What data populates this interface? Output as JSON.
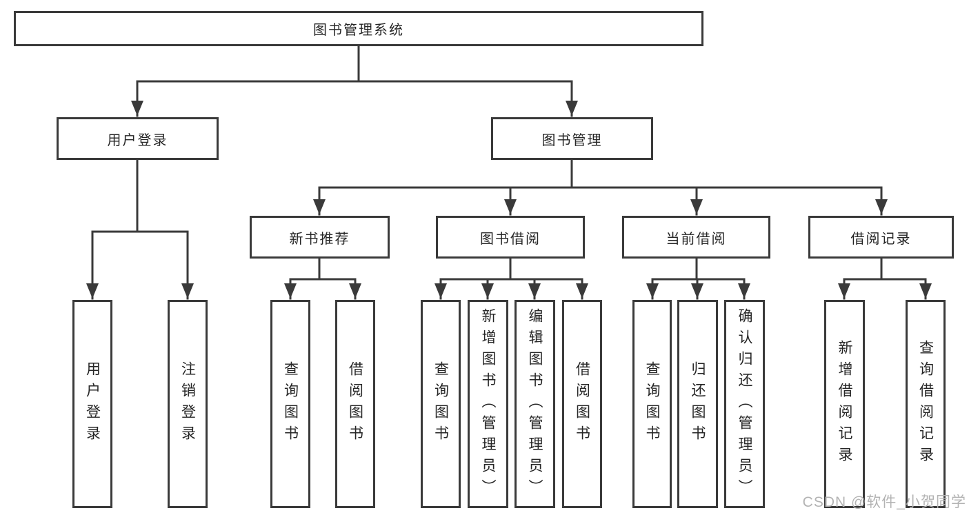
{
  "diagram": {
    "root": "图书管理系统",
    "userLogin": "用户登录",
    "bookMgmt": "图书管理",
    "newBooks": "新书推荐",
    "bookBorrow": "图书借阅",
    "currentBorrow": "当前借阅",
    "borrowRecords": "借阅记录",
    "leaves": [
      "用户登录",
      "注销登录",
      "查询图书",
      "借阅图书",
      "查询图书",
      "新增图书（管理员）",
      "编辑图书（管理员）",
      "借阅图书",
      "查询图书",
      "归还图书",
      "确认归还（管理员）",
      "新增借阅记录",
      "查询借阅记录"
    ],
    "hierarchy": {
      "图书管理系统": [
        "用户登录",
        "图书管理"
      ],
      "用户登录": [
        "用户登录",
        "注销登录"
      ],
      "图书管理": [
        "新书推荐",
        "图书借阅",
        "当前借阅",
        "借阅记录"
      ],
      "新书推荐": [
        "查询图书",
        "借阅图书"
      ],
      "图书借阅": [
        "查询图书",
        "新增图书（管理员）",
        "编辑图书（管理员）",
        "借阅图书"
      ],
      "当前借阅": [
        "查询图书",
        "归还图书",
        "确认归还（管理员）"
      ],
      "借阅记录": [
        "新增借阅记录",
        "查询借阅记录"
      ]
    }
  },
  "watermark": {
    "text": "CSDN @软件_小贺同学"
  },
  "colors": {
    "line": "#3a3a3a",
    "text": "#262626",
    "watermark": "#b3b3b3",
    "background": "#ffffff"
  }
}
